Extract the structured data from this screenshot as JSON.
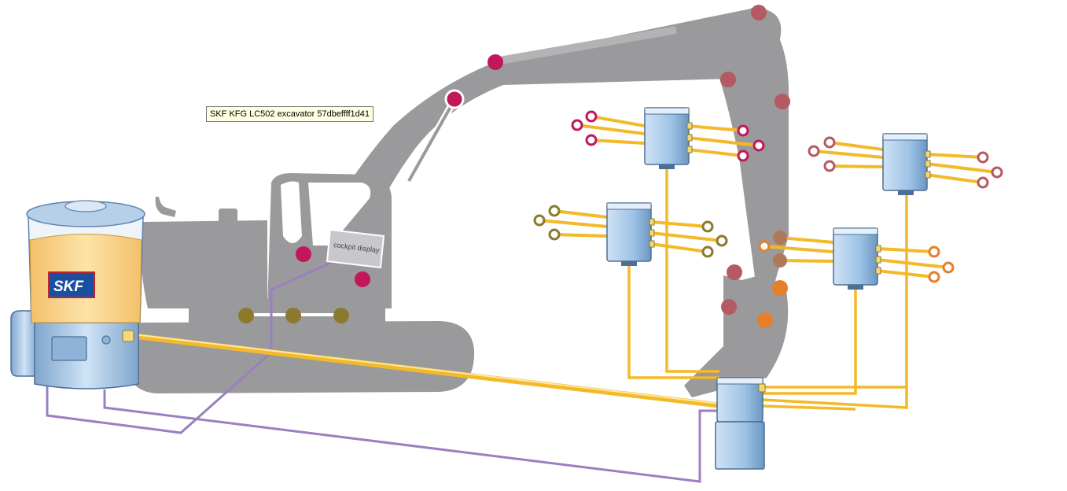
{
  "tooltip": {
    "text": "SKF KFG LC502 excavator 57dbeffff1d41"
  },
  "pump": {
    "brand": "SKF"
  },
  "cockpit": {
    "label": "cockpit display"
  },
  "colors": {
    "machine": "#9a9a9c",
    "grease_line": "#f3b929",
    "control_line": "#9b7fc0",
    "block": "#9dc3e6",
    "reservoir_grease": "#fbd793",
    "point_primary": "#c2175b",
    "point_boom": "#b45a62",
    "point_bucket": "#e57f2c",
    "point_track": "#8b7a2c"
  },
  "icons": [
    "pump-icon",
    "distributor-block-icon",
    "lube-point-icon",
    "cockpit-display-icon"
  ]
}
